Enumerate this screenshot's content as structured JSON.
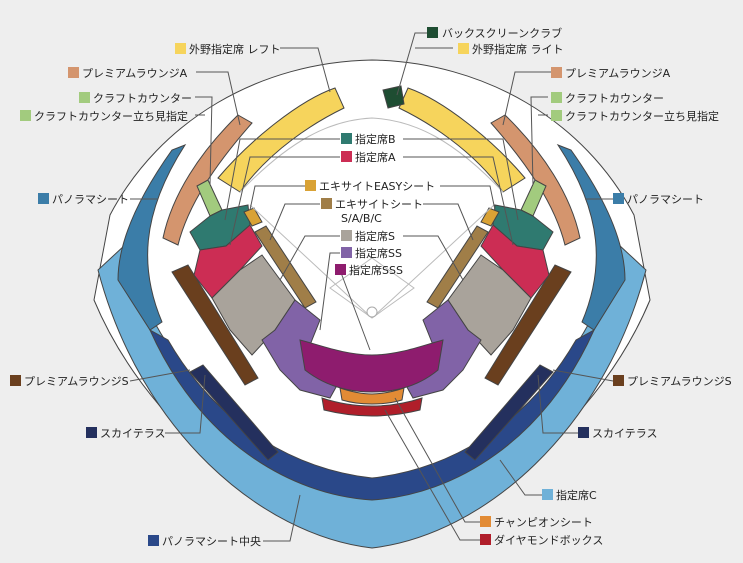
{
  "legend": {
    "back_screen_club": {
      "label": "バックスクリーンクラブ",
      "color": "#1e4d32"
    },
    "outfield_left": {
      "label": "外野指定席 レフト",
      "color": "#f6d45c"
    },
    "outfield_right": {
      "label": "外野指定席 ライト",
      "color": "#f6d45c"
    },
    "premium_a_left": {
      "label": "プレミアムラウンジA",
      "color": "#d4956e"
    },
    "premium_a_right": {
      "label": "プレミアムラウンジA",
      "color": "#d4956e"
    },
    "craft_counter_left": {
      "label": "クラフトカウンター",
      "color": "#a2cb7e"
    },
    "craft_counter_right": {
      "label": "クラフトカウンター",
      "color": "#a2cb7e"
    },
    "craft_standing_left": {
      "label": "クラフトカウンター立ち見指定",
      "color": "#a2cb7e"
    },
    "craft_standing_right": {
      "label": "クラフトカウンター立ち見指定",
      "color": "#a2cb7e"
    },
    "reserved_b": {
      "label": "指定席B",
      "color": "#2f7a70"
    },
    "reserved_a": {
      "label": "指定席A",
      "color": "#cc2d54"
    },
    "excite_easy": {
      "label": "エキサイトEASYシート",
      "color": "#d9a235"
    },
    "excite_seat": {
      "label": "エキサイトシート",
      "color": "#a07e48"
    },
    "excite_seat_sub": {
      "label": "S/A/B/C"
    },
    "reserved_s": {
      "label": "指定席S",
      "color": "#a9a39b"
    },
    "reserved_ss": {
      "label": "指定席SS",
      "color": "#8163a7"
    },
    "reserved_sss": {
      "label": "指定席SSS",
      "color": "#8e1c6e"
    },
    "panorama_left": {
      "label": "パノラマシート",
      "color": "#3b7da8"
    },
    "panorama_right": {
      "label": "パノラマシート",
      "color": "#3b7da8"
    },
    "premium_s_left": {
      "label": "プレミアムラウンジS",
      "color": "#6a3f1e"
    },
    "premium_s_right": {
      "label": "プレミアムラウンジS",
      "color": "#6a3f1e"
    },
    "sky_terrace_left": {
      "label": "スカイテラス",
      "color": "#24305e"
    },
    "sky_terrace_right": {
      "label": "スカイテラス",
      "color": "#24305e"
    },
    "reserved_c": {
      "label": "指定席C",
      "color": "#6fb1d8"
    },
    "panorama_center": {
      "label": "パノラマシート中央",
      "color": "#2a4889"
    },
    "champion_seat": {
      "label": "チャンピオンシート",
      "color": "#e28b35"
    },
    "diamond_box": {
      "label": "ダイヤモンドボックス",
      "color": "#b01e2a"
    }
  },
  "colors": {
    "background": "#eeeeee",
    "concourse": "#ffffff",
    "outline": "#444444"
  }
}
